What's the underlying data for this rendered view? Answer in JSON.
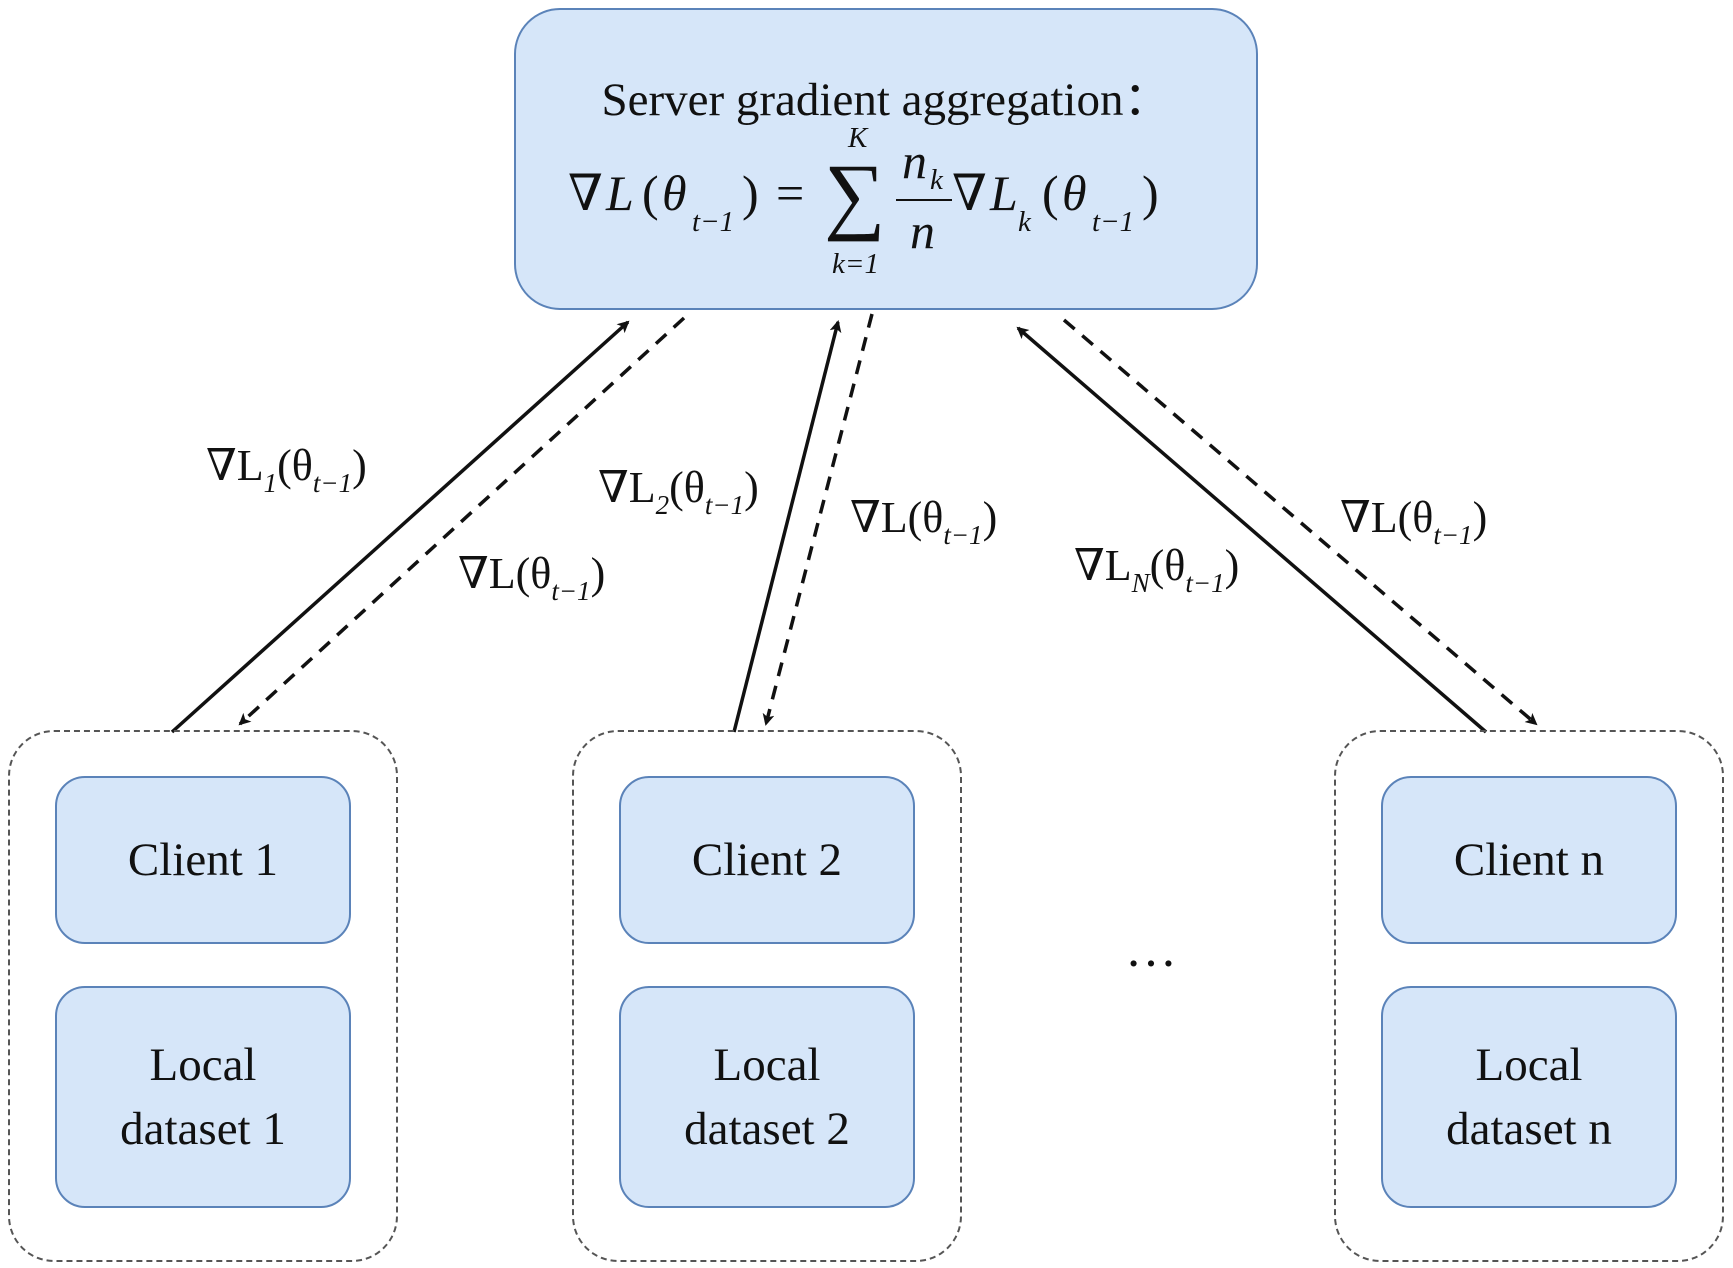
{
  "server": {
    "title": "Server gradient aggregation：",
    "formula": {
      "nabla": "∇",
      "L": "L",
      "open": "(",
      "theta": "θ",
      "sub_t": "t−1",
      "close": ")",
      "equals": "=",
      "sigma": "∑",
      "upper": "K",
      "lower": "k=1",
      "num": "n",
      "num_sub": "k",
      "den": "n",
      "L_sub": "k"
    }
  },
  "clients": [
    {
      "client_label": "Client 1",
      "dataset_line1": "Local",
      "dataset_line2": "dataset 1"
    },
    {
      "client_label": "Client 2",
      "dataset_line1": "Local",
      "dataset_line2": "dataset 2"
    },
    {
      "client_label": "Client n",
      "dataset_line1": "Local",
      "dataset_line2": "dataset n"
    }
  ],
  "ellipsis": "…",
  "edge_labels": {
    "client1_up": {
      "prefix": "∇L",
      "sub": "1",
      "mid": "(θ",
      "sub2": "t−1",
      "suffix": ")"
    },
    "client1_down": {
      "prefix": "∇L(θ",
      "sub2": "t−1",
      "suffix": ")"
    },
    "client2_up": {
      "prefix": "∇L",
      "sub": "2",
      "mid": "(θ",
      "sub2": "t−1",
      "suffix": ")"
    },
    "client2_down": {
      "prefix": "∇L(θ",
      "sub2": "t−1",
      "suffix": ")"
    },
    "clientn_up": {
      "prefix": "∇L",
      "sub": "N",
      "mid": "(θ",
      "sub2": "t−1",
      "suffix": ")"
    },
    "clientn_down": {
      "prefix": "∇L(θ",
      "sub2": "t−1",
      "suffix": ")"
    }
  },
  "colors": {
    "box_fill": "#d6e6f9",
    "box_border": "#5b83b9",
    "arrow": "#111111"
  }
}
